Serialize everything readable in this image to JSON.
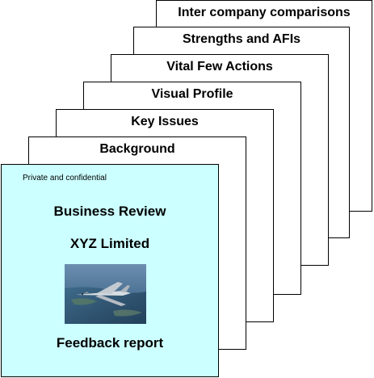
{
  "pages": [
    {
      "title": "Inter company comparisons"
    },
    {
      "title": "Strengths and AFIs"
    },
    {
      "title": "Vital Few Actions"
    },
    {
      "title": "Visual Profile"
    },
    {
      "title": "Key Issues"
    },
    {
      "title": "Background"
    }
  ],
  "cover": {
    "label": "Private and confidential",
    "title": "Business Review",
    "company": "XYZ Limited",
    "image": "fighter-jet-photo",
    "subtitle": "Feedback report",
    "background_color": "#ccffff"
  }
}
